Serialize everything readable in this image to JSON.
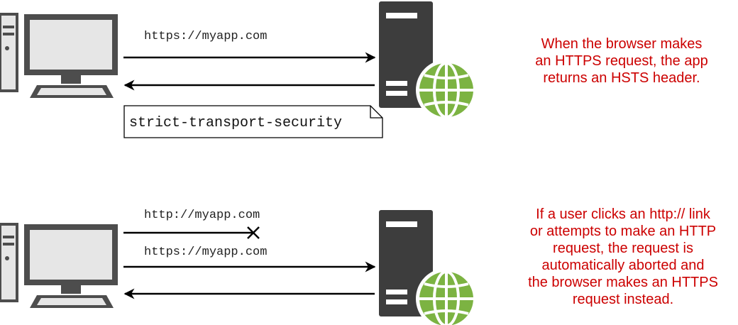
{
  "colors": {
    "note_text": "#cc0000",
    "server": "#3d3d3d",
    "globe": "#7cb342",
    "computer": "#4d4d4d",
    "arrow": "#000000"
  },
  "scenario_1": {
    "request_label": "https://myapp.com",
    "header_doc_label": "strict-transport-security",
    "note_lines": [
      "When the browser makes",
      "an HTTPS request, the app",
      "returns an HSTS header."
    ]
  },
  "scenario_2": {
    "blocked_label": "http://myapp.com",
    "request_label": "https://myapp.com",
    "note_lines": [
      "If a user clicks an http:// link",
      "or attempts to make an HTTP",
      "request, the request is",
      "automatically aborted and",
      "the browser makes an HTTPS",
      "request instead."
    ]
  },
  "icons": {
    "client": "desktop-computer-icon",
    "server": "web-server-icon",
    "blocked": "x-mark-icon"
  }
}
